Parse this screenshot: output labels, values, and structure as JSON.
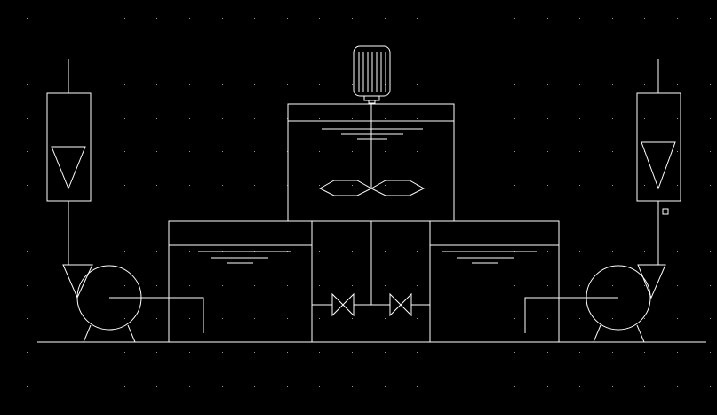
{
  "canvas": {
    "background": "#000000",
    "stroke_color": "#ffffff",
    "grid_dot_color": "#9a9a9a",
    "grid_visible": true
  },
  "components": [
    {
      "name": "left-flowmeter-icon",
      "kind": "flowmeter"
    },
    {
      "name": "right-flowmeter-icon",
      "kind": "flowmeter"
    },
    {
      "name": "left-pump-icon",
      "kind": "centrifugal-pump"
    },
    {
      "name": "right-pump-icon",
      "kind": "centrifugal-pump"
    },
    {
      "name": "mixer-motor-icon",
      "kind": "electric-motor"
    },
    {
      "name": "mixing-tank",
      "kind": "agitated-tank"
    },
    {
      "name": "left-tank",
      "kind": "tank"
    },
    {
      "name": "right-tank",
      "kind": "tank"
    },
    {
      "name": "left-valve-icon",
      "kind": "gate-valve"
    },
    {
      "name": "right-valve-icon",
      "kind": "gate-valve"
    }
  ]
}
